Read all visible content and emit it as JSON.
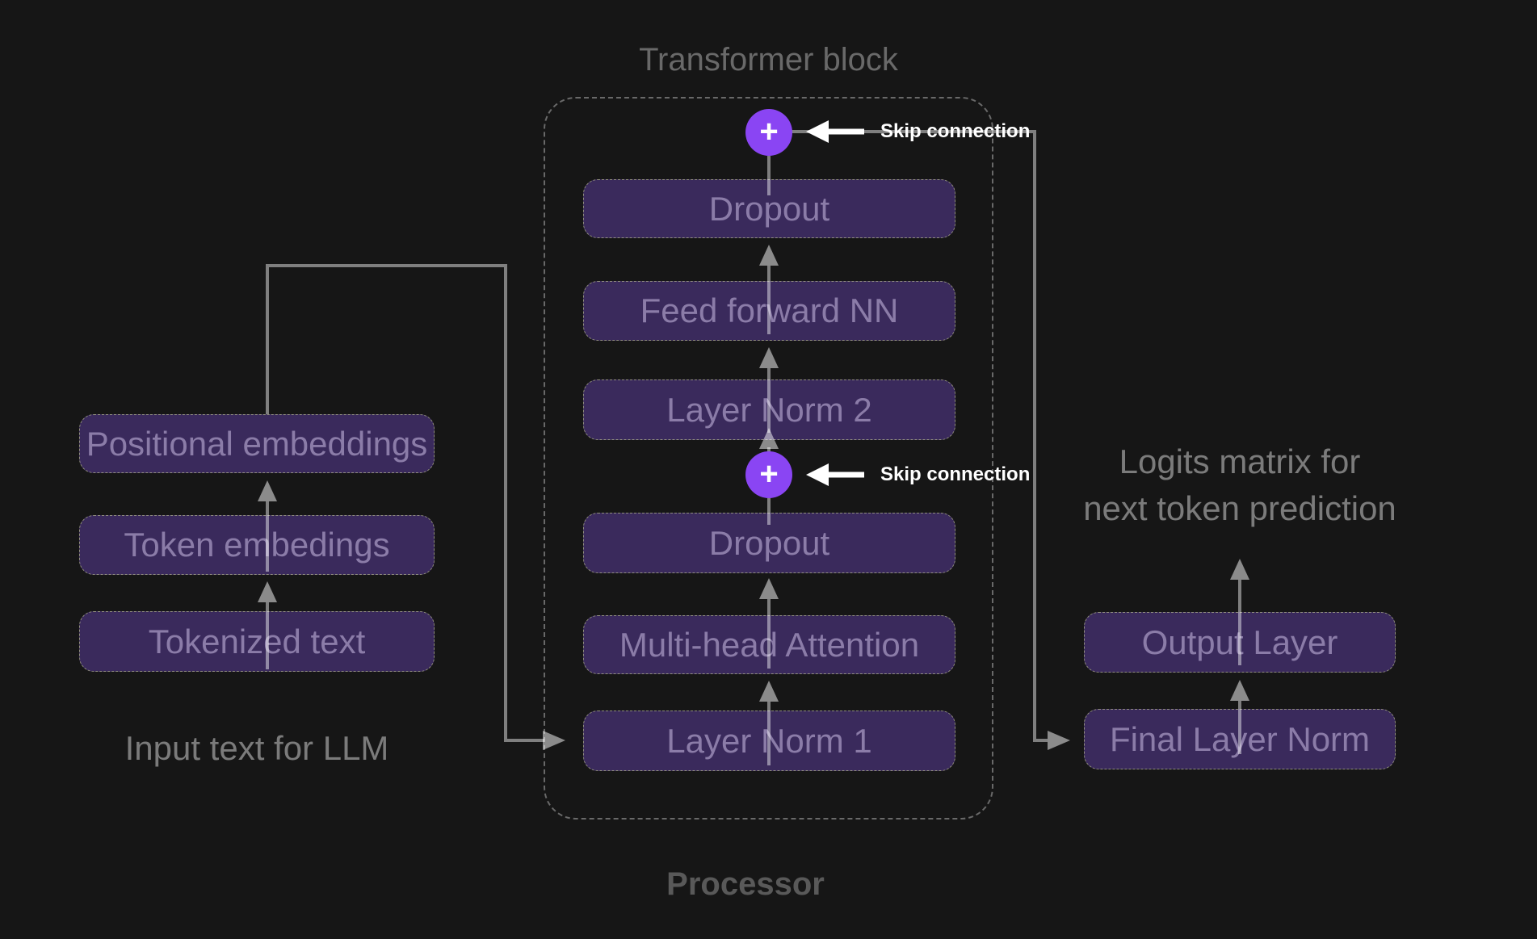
{
  "titles": {
    "transformer_block": "Transformer block",
    "processor": "Processor",
    "input_text": "Input text for LLM",
    "logits_line1": "Logits matrix for",
    "logits_line2": "next token prediction"
  },
  "skip": {
    "top_label": "Skip connection",
    "middle_label": "Skip connection",
    "plus": "+"
  },
  "left_stack": {
    "nodes": [
      {
        "label": "Positional embeddings"
      },
      {
        "label": "Token embedings"
      },
      {
        "label": "Tokenized text"
      }
    ]
  },
  "transformer_stack": {
    "nodes": [
      {
        "label": "Dropout"
      },
      {
        "label": "Feed forward NN"
      },
      {
        "label": "Layer Norm 2"
      },
      {
        "label": "Dropout"
      },
      {
        "label": "Multi-head Attention"
      },
      {
        "label": "Layer Norm 1"
      }
    ]
  },
  "right_stack": {
    "nodes": [
      {
        "label": "Output Layer"
      },
      {
        "label": "Final Layer Norm"
      }
    ]
  },
  "colors": {
    "background": "#161616",
    "node_fill": "#3a2a5c",
    "node_border": "#8f8d7d",
    "node_text": "#8b7ca8",
    "plus_circle": "#8a45f3",
    "wire_gray": "#7d7d7d",
    "container_border": "#696969",
    "skip_label_text": "#ffffff"
  }
}
